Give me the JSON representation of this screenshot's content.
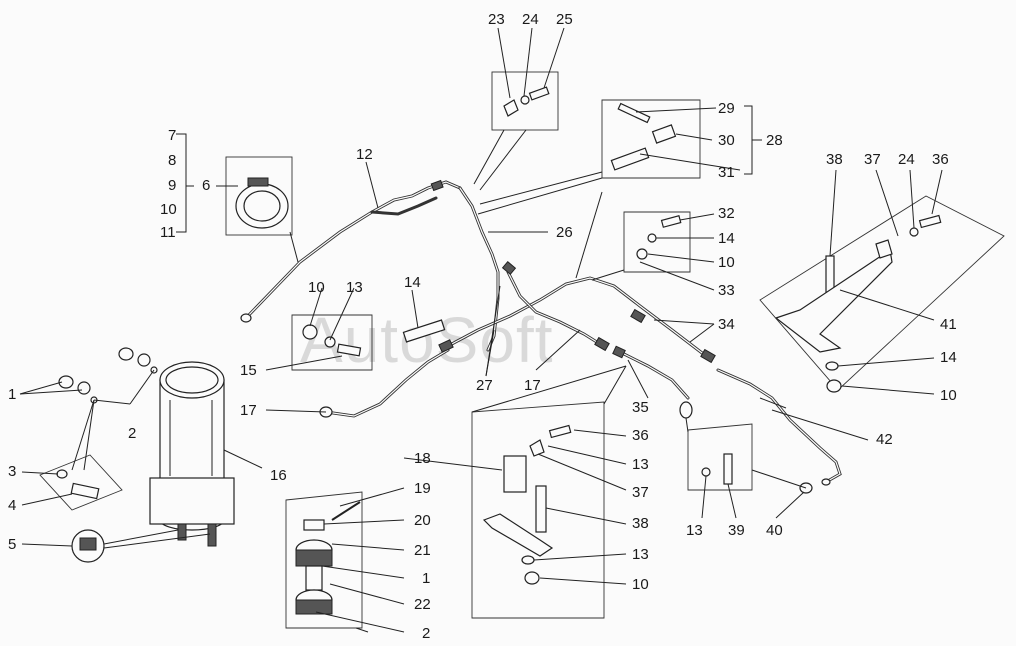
{
  "watermark": "AutoSoft",
  "labels": {
    "l1a": "1",
    "l2a": "2",
    "l3": "3",
    "l4": "4",
    "l5": "5",
    "l6": "6",
    "l7": "7",
    "l8": "8",
    "l9": "9",
    "l10a": "10",
    "l11": "11",
    "l12": "12",
    "l10b": "10",
    "l13a": "13",
    "l14a": "14",
    "l15": "15",
    "l16": "16",
    "l17a": "17",
    "l17b": "17",
    "l18": "18",
    "l19": "19",
    "l20": "20",
    "l21": "21",
    "l1b": "1",
    "l22": "22",
    "l2b": "2",
    "l23": "23",
    "l24a": "24",
    "l25": "25",
    "l26": "26",
    "l27": "27",
    "l29": "29",
    "l30": "30",
    "l28": "28",
    "l31": "31",
    "l32": "32",
    "l14b": "14",
    "l10c": "10",
    "l33": "33",
    "l34": "34",
    "l35": "35",
    "l36a": "36",
    "l13b": "13",
    "l37a": "37",
    "l38a": "38",
    "l13c": "13",
    "l10d": "10",
    "l38b": "38",
    "l37b": "37",
    "l24b": "24",
    "l36b": "36",
    "l41": "41",
    "l14c": "14",
    "l10e": "10",
    "l42": "42",
    "l13d": "13",
    "l39": "39",
    "l40": "40"
  }
}
